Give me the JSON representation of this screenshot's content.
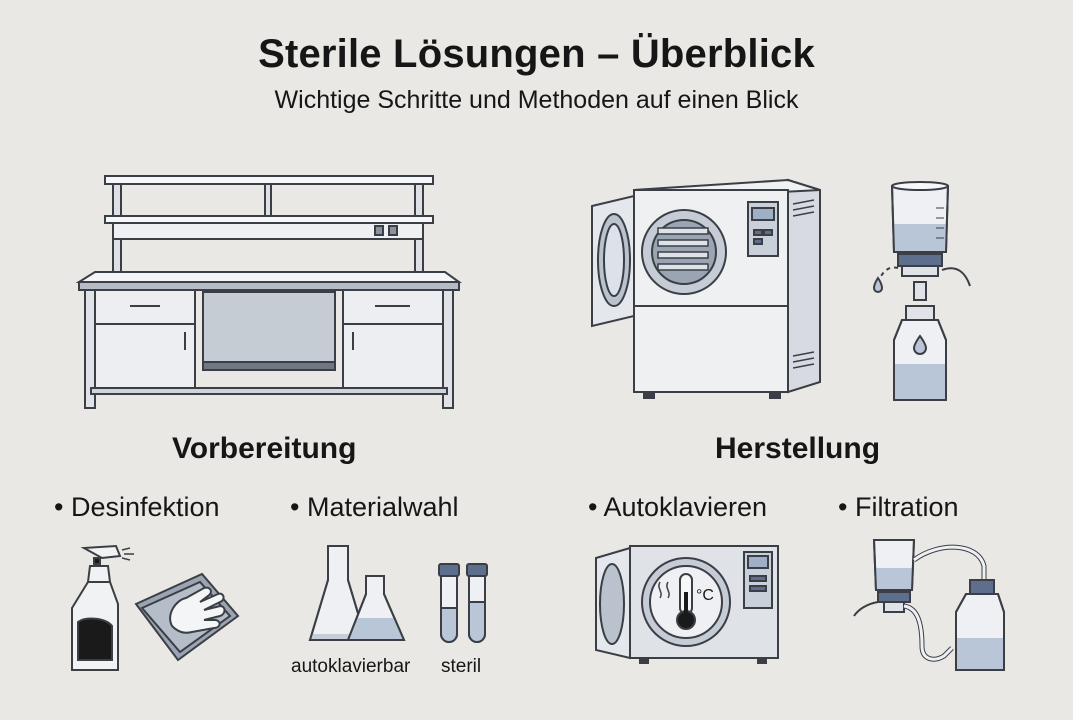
{
  "header": {
    "title": "Sterile Lösungen – Überblick",
    "subtitle": "Wichtige Schritte und Methoden auf einen Blick"
  },
  "sections": {
    "left": {
      "title": "Vorbereitung",
      "items": [
        {
          "label": "• Desinfektion",
          "icon": "spray-bottle-and-wiping-glove"
        },
        {
          "label": "• Materialwahl",
          "icon": "flasks-and-tubes",
          "captions": [
            "autoklavierbar",
            "steril"
          ]
        }
      ]
    },
    "right": {
      "title": "Herstellung",
      "items": [
        {
          "label": "• Autoklavieren",
          "icon": "autoclave-thermometer",
          "unit_label": "°C"
        },
        {
          "label": "• Filtration",
          "icon": "vacuum-filtration-setup"
        }
      ]
    }
  },
  "illustrations": [
    "lab-bench",
    "autoclave-open-door",
    "bottle-top-filter"
  ],
  "colors": {
    "background": "#e9e8e4",
    "line": "#3b3f45",
    "metal_light": "#f3f4f6",
    "metal_mid": "#c9ced6",
    "liquid": "#b8c6d8",
    "accent_blue": "#5d6f8c"
  }
}
